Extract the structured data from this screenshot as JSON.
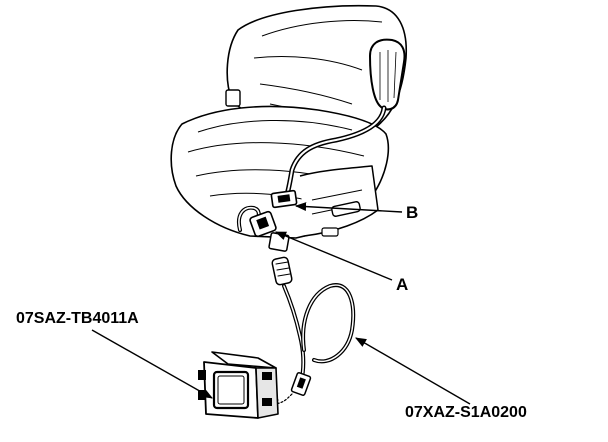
{
  "callouts": {
    "b": "B",
    "a": "A",
    "tool_left": "07SAZ-TB4011A",
    "tool_right": "07XAZ-S1A0200"
  },
  "colors": {
    "ink": "#000000",
    "paper": "#ffffff",
    "shade": "#e6e6e6"
  }
}
